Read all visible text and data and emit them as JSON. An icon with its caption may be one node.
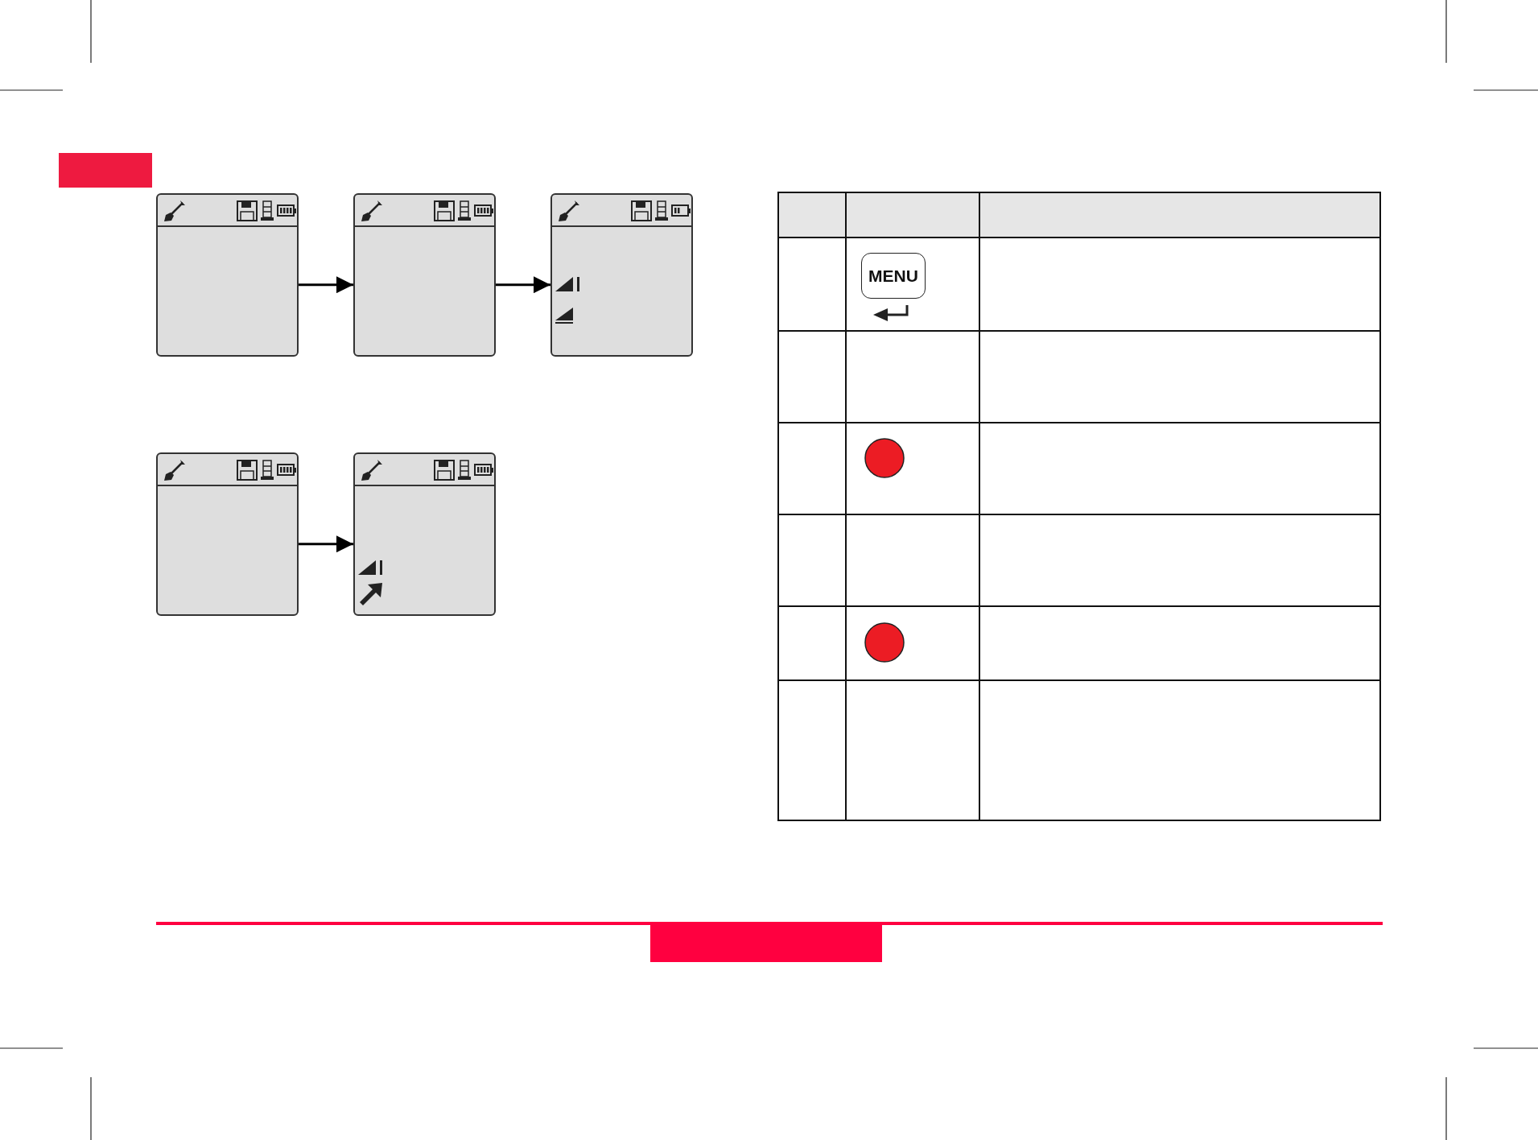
{
  "diagram": {
    "nodes": [
      {
        "text": [],
        "shape": "box"
      },
      {
        "text": [],
        "shape": "box"
      },
      {
        "text": [],
        "shape": "box"
      },
      {
        "text": [],
        "shape": "box"
      },
      {
        "text": [],
        "shape": "box"
      },
      {
        "text": [
          "MENU"
        ]
      },
      {
        "text": [],
        "shape": "bar"
      }
    ],
    "edges": [
      {
        "from": 0,
        "to": 1,
        "arrow": "to"
      },
      {
        "from": 1,
        "to": 2,
        "arrow": "to"
      },
      {
        "from": 3,
        "to": 4,
        "arrow": "to"
      }
    ]
  }
}
